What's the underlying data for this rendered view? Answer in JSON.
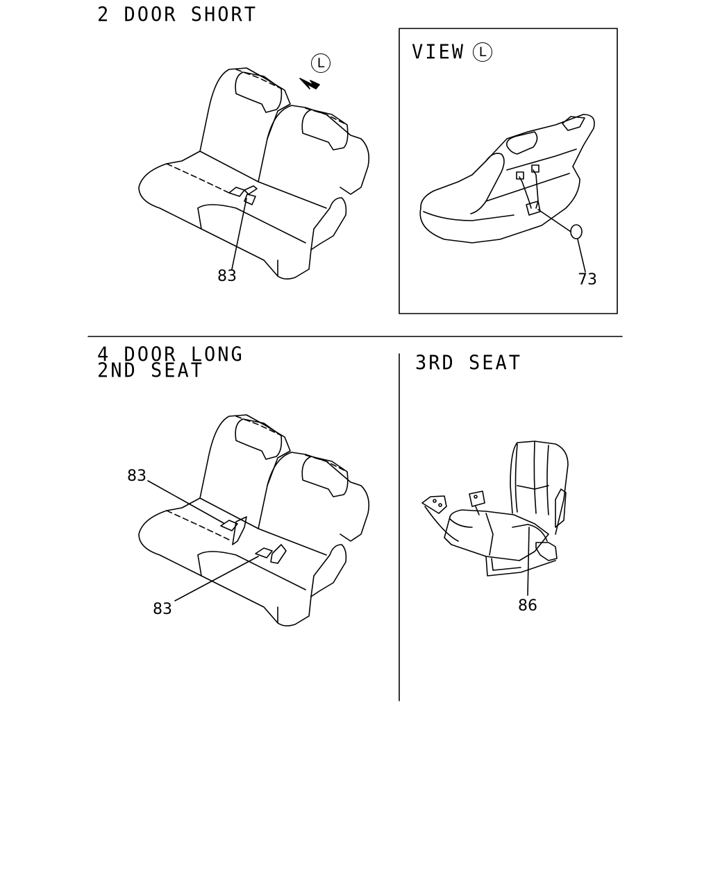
{
  "sections": {
    "two_door": {
      "title": "2 DOOR SHORT",
      "view_marker": "L",
      "callout": "83"
    },
    "view_l": {
      "title": "VIEW",
      "marker": "L",
      "callout": "73"
    },
    "four_door": {
      "title_line1": "4 DOOR LONG",
      "title_line2": "2ND SEAT",
      "callout_a": "83",
      "callout_b": "83"
    },
    "third_seat": {
      "title": "3RD SEAT",
      "callout": "86"
    }
  }
}
